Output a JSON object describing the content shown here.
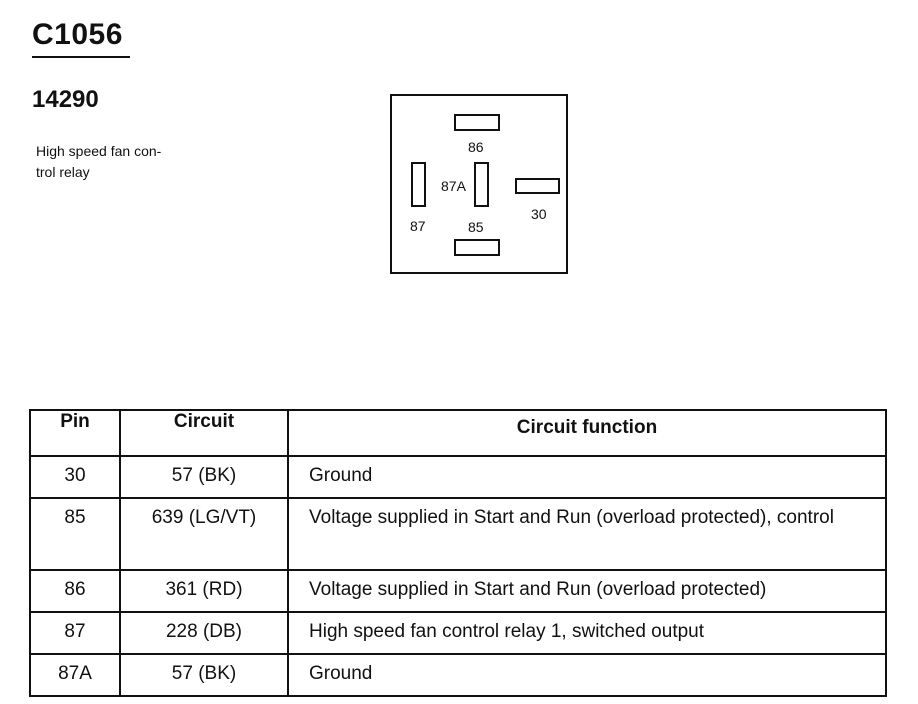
{
  "header": {
    "connector_id": "C1056",
    "part_number": "14290",
    "description_lines": [
      "High speed fan con-",
      "trol relay"
    ]
  },
  "diagram": {
    "pins": {
      "p86": "86",
      "p87a": "87A",
      "p87": "87",
      "p85": "85",
      "p30": "30"
    }
  },
  "table": {
    "headers": {
      "pin": "Pin",
      "circuit": "Circuit",
      "function": "Circuit function"
    },
    "rows": [
      {
        "pin": "30",
        "circuit": "57 (BK)",
        "function": "Ground"
      },
      {
        "pin": "85",
        "circuit": "639 (LG/VT)",
        "function": "Voltage supplied in Start and Run (overload protected), control"
      },
      {
        "pin": "86",
        "circuit": "361 (RD)",
        "function": "Voltage supplied in Start and Run (overload protected)"
      },
      {
        "pin": "87",
        "circuit": "228 (DB)",
        "function": "High speed fan control relay 1, switched output"
      },
      {
        "pin": "87A",
        "circuit": "57 (BK)",
        "function": "Ground"
      }
    ]
  }
}
